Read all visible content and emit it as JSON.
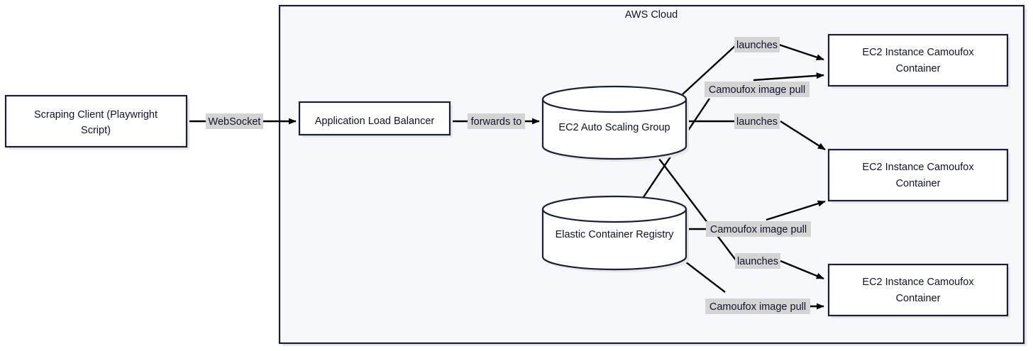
{
  "diagram": {
    "title": "AWS Cloud architecture diagram",
    "colors": {
      "node_stroke": "#1a1f36",
      "cloud_fill": "#f7f8fc",
      "edge": "#000000",
      "label_bg": "#d4d4d4",
      "page_bg": "#ffffff"
    },
    "cloud": {
      "label": "AWS Cloud"
    },
    "nodes": [
      {
        "id": "scraping-client",
        "shape": "rect",
        "lines": [
          "Scraping Client (Playwright",
          "Script)"
        ]
      },
      {
        "id": "application-load-balancer",
        "shape": "rect",
        "lines": [
          "Application Load Balancer"
        ]
      },
      {
        "id": "ec2-auto-scaling-group",
        "shape": "cylinder",
        "lines": [
          "EC2 Auto Scaling Group"
        ]
      },
      {
        "id": "elastic-container-registry",
        "shape": "cylinder",
        "lines": [
          "Elastic Container Registry"
        ]
      },
      {
        "id": "ec2-instance-1",
        "shape": "rect",
        "lines": [
          "EC2 Instance Camoufox",
          "Container"
        ]
      },
      {
        "id": "ec2-instance-2",
        "shape": "rect",
        "lines": [
          "EC2 Instance Camoufox",
          "Container"
        ]
      },
      {
        "id": "ec2-instance-3",
        "shape": "rect",
        "lines": [
          "EC2 Instance Camoufox",
          "Container"
        ]
      }
    ],
    "edge_labels": {
      "websocket": "WebSocket",
      "forwards_to": "forwards to",
      "launches_1": "launches",
      "launches_2": "launches",
      "launches_3": "launches",
      "image_pull_1": "Camoufox image pull",
      "image_pull_2": "Camoufox image pull",
      "image_pull_3": "Camoufox image pull"
    }
  }
}
